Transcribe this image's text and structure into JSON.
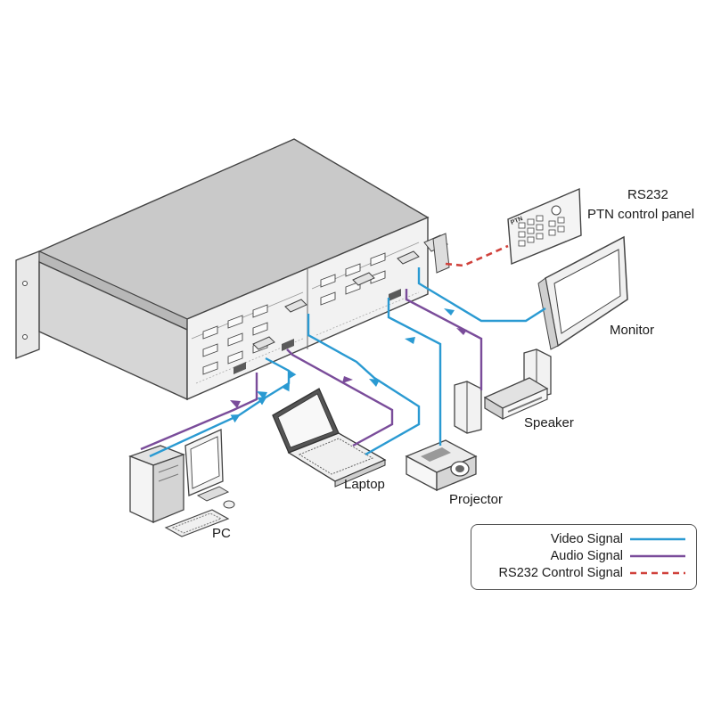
{
  "labels": {
    "rs232_line1": "RS232",
    "rs232_line2": "PTN control panel",
    "monitor": "Monitor",
    "speaker": "Speaker",
    "laptop": "Laptop",
    "projector": "Projector",
    "pc": "PC",
    "panel_logo": "PTN"
  },
  "legend": {
    "video": "Video Signal",
    "audio": "Audio Signal",
    "rs232": "RS232 Control Signal"
  },
  "colors": {
    "video": "#2a9ad2",
    "audio": "#7a4c9a",
    "rs232": "#d0413b"
  }
}
